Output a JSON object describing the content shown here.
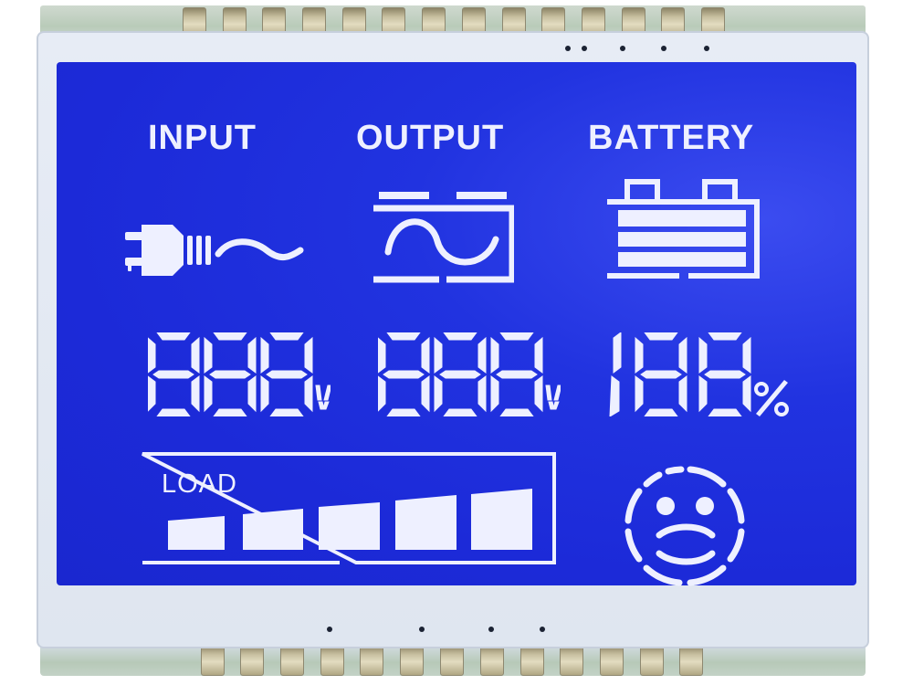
{
  "panel": {
    "type": "segment-lcd-module",
    "background_color": "#1c2ad8",
    "segment_color": "#eef0ff"
  },
  "labels": {
    "input": "INPUT",
    "output": "OUTPUT",
    "battery": "BATTERY",
    "load": "LOAD"
  },
  "icons": {
    "input_icon": "power-plug-icon",
    "output_icon": "sine-wave-box-icon",
    "battery_icon": "battery-icon",
    "status_icon": "sad-face-icon"
  },
  "readouts": {
    "input_voltage": {
      "value": "888",
      "unit": "V"
    },
    "output_voltage": {
      "value": "888",
      "unit": "V"
    },
    "battery_percent": {
      "value": "188",
      "unit": "%"
    }
  },
  "load_bar": {
    "segments": 5,
    "filled": 5
  },
  "battery_bars": 3,
  "pins": {
    "top_count": 14,
    "bottom_count": 13
  }
}
